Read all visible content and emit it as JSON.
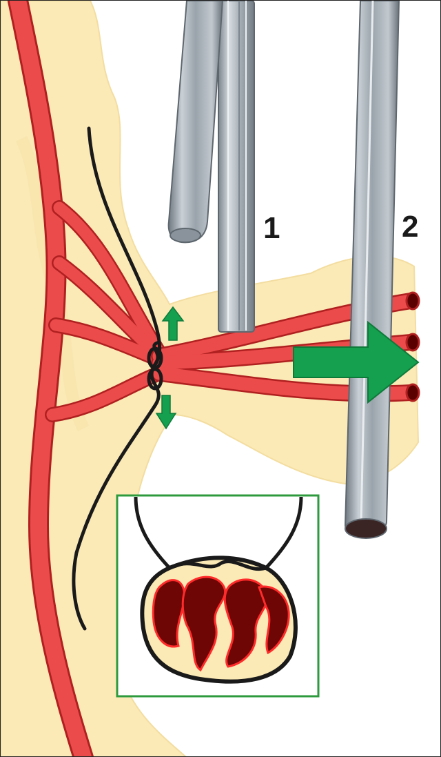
{
  "labels": {
    "instrument_1": "1",
    "instrument_2": "2"
  },
  "colors": {
    "fat": "#fbeab6",
    "vessel": "#ec4b4b",
    "vessel_dark": "#b02020",
    "suture": "#1a1a1a",
    "instrument": "#a8b0b8",
    "arrow": "#14a04e",
    "inset_border": "#2e9a3e",
    "ligated_lumen": "#6e0606"
  },
  "icons": {
    "direction_arrow": "green-arrow-right",
    "tension_arrows": "green-arrow-up-down"
  }
}
